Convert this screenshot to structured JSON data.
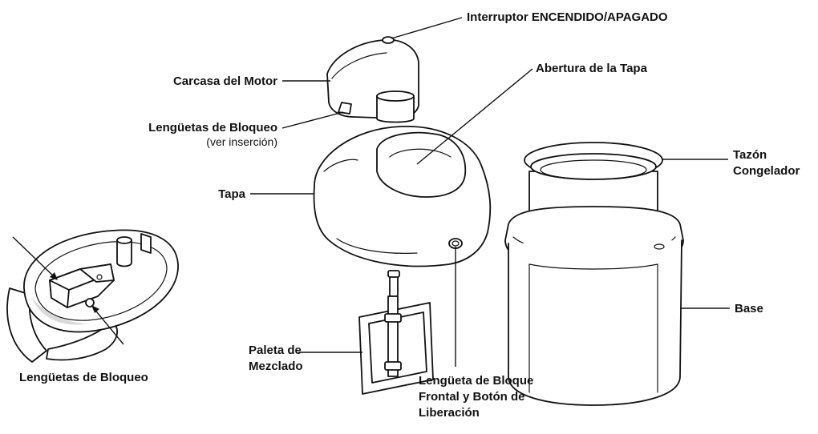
{
  "labels": {
    "switch": "Interruptor ENCENDIDO/APAGADO",
    "motor_housing": "Carcasa del Motor",
    "locking_tabs": "Lengüetas de Bloqueo",
    "see_inset": "(ver inserción)",
    "lid_opening": "Abertura de la Tapa",
    "freezer_bowl_1": "Tazón",
    "freezer_bowl_2": "Congelador",
    "lid": "Tapa",
    "base": "Base",
    "paddle_1": "Paleta de",
    "paddle_2": "Mezclado",
    "front_tab_1": "Lengüeta de Bloque",
    "front_tab_2": "Frontal y Botón de",
    "front_tab_3": "Liberación",
    "inset_locking_tabs": "Lengüetas de Bloqueo"
  }
}
